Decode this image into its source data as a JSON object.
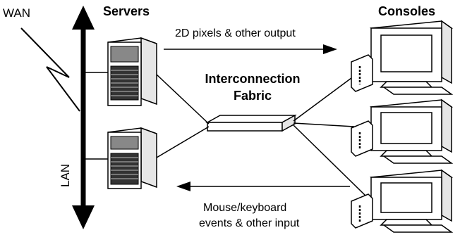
{
  "labels": {
    "wan": "WAN",
    "lan": "LAN",
    "servers": "Servers",
    "consoles": "Consoles",
    "fabric_line1": "Interconnection",
    "fabric_line2": "Fabric",
    "output_arrow": "2D pixels & other output",
    "input_line1": "Mouse/keyboard",
    "input_line2": "events & other input"
  },
  "colors": {
    "line": "#000000",
    "device_body": "#ffffff",
    "server_grille": "#333333"
  }
}
